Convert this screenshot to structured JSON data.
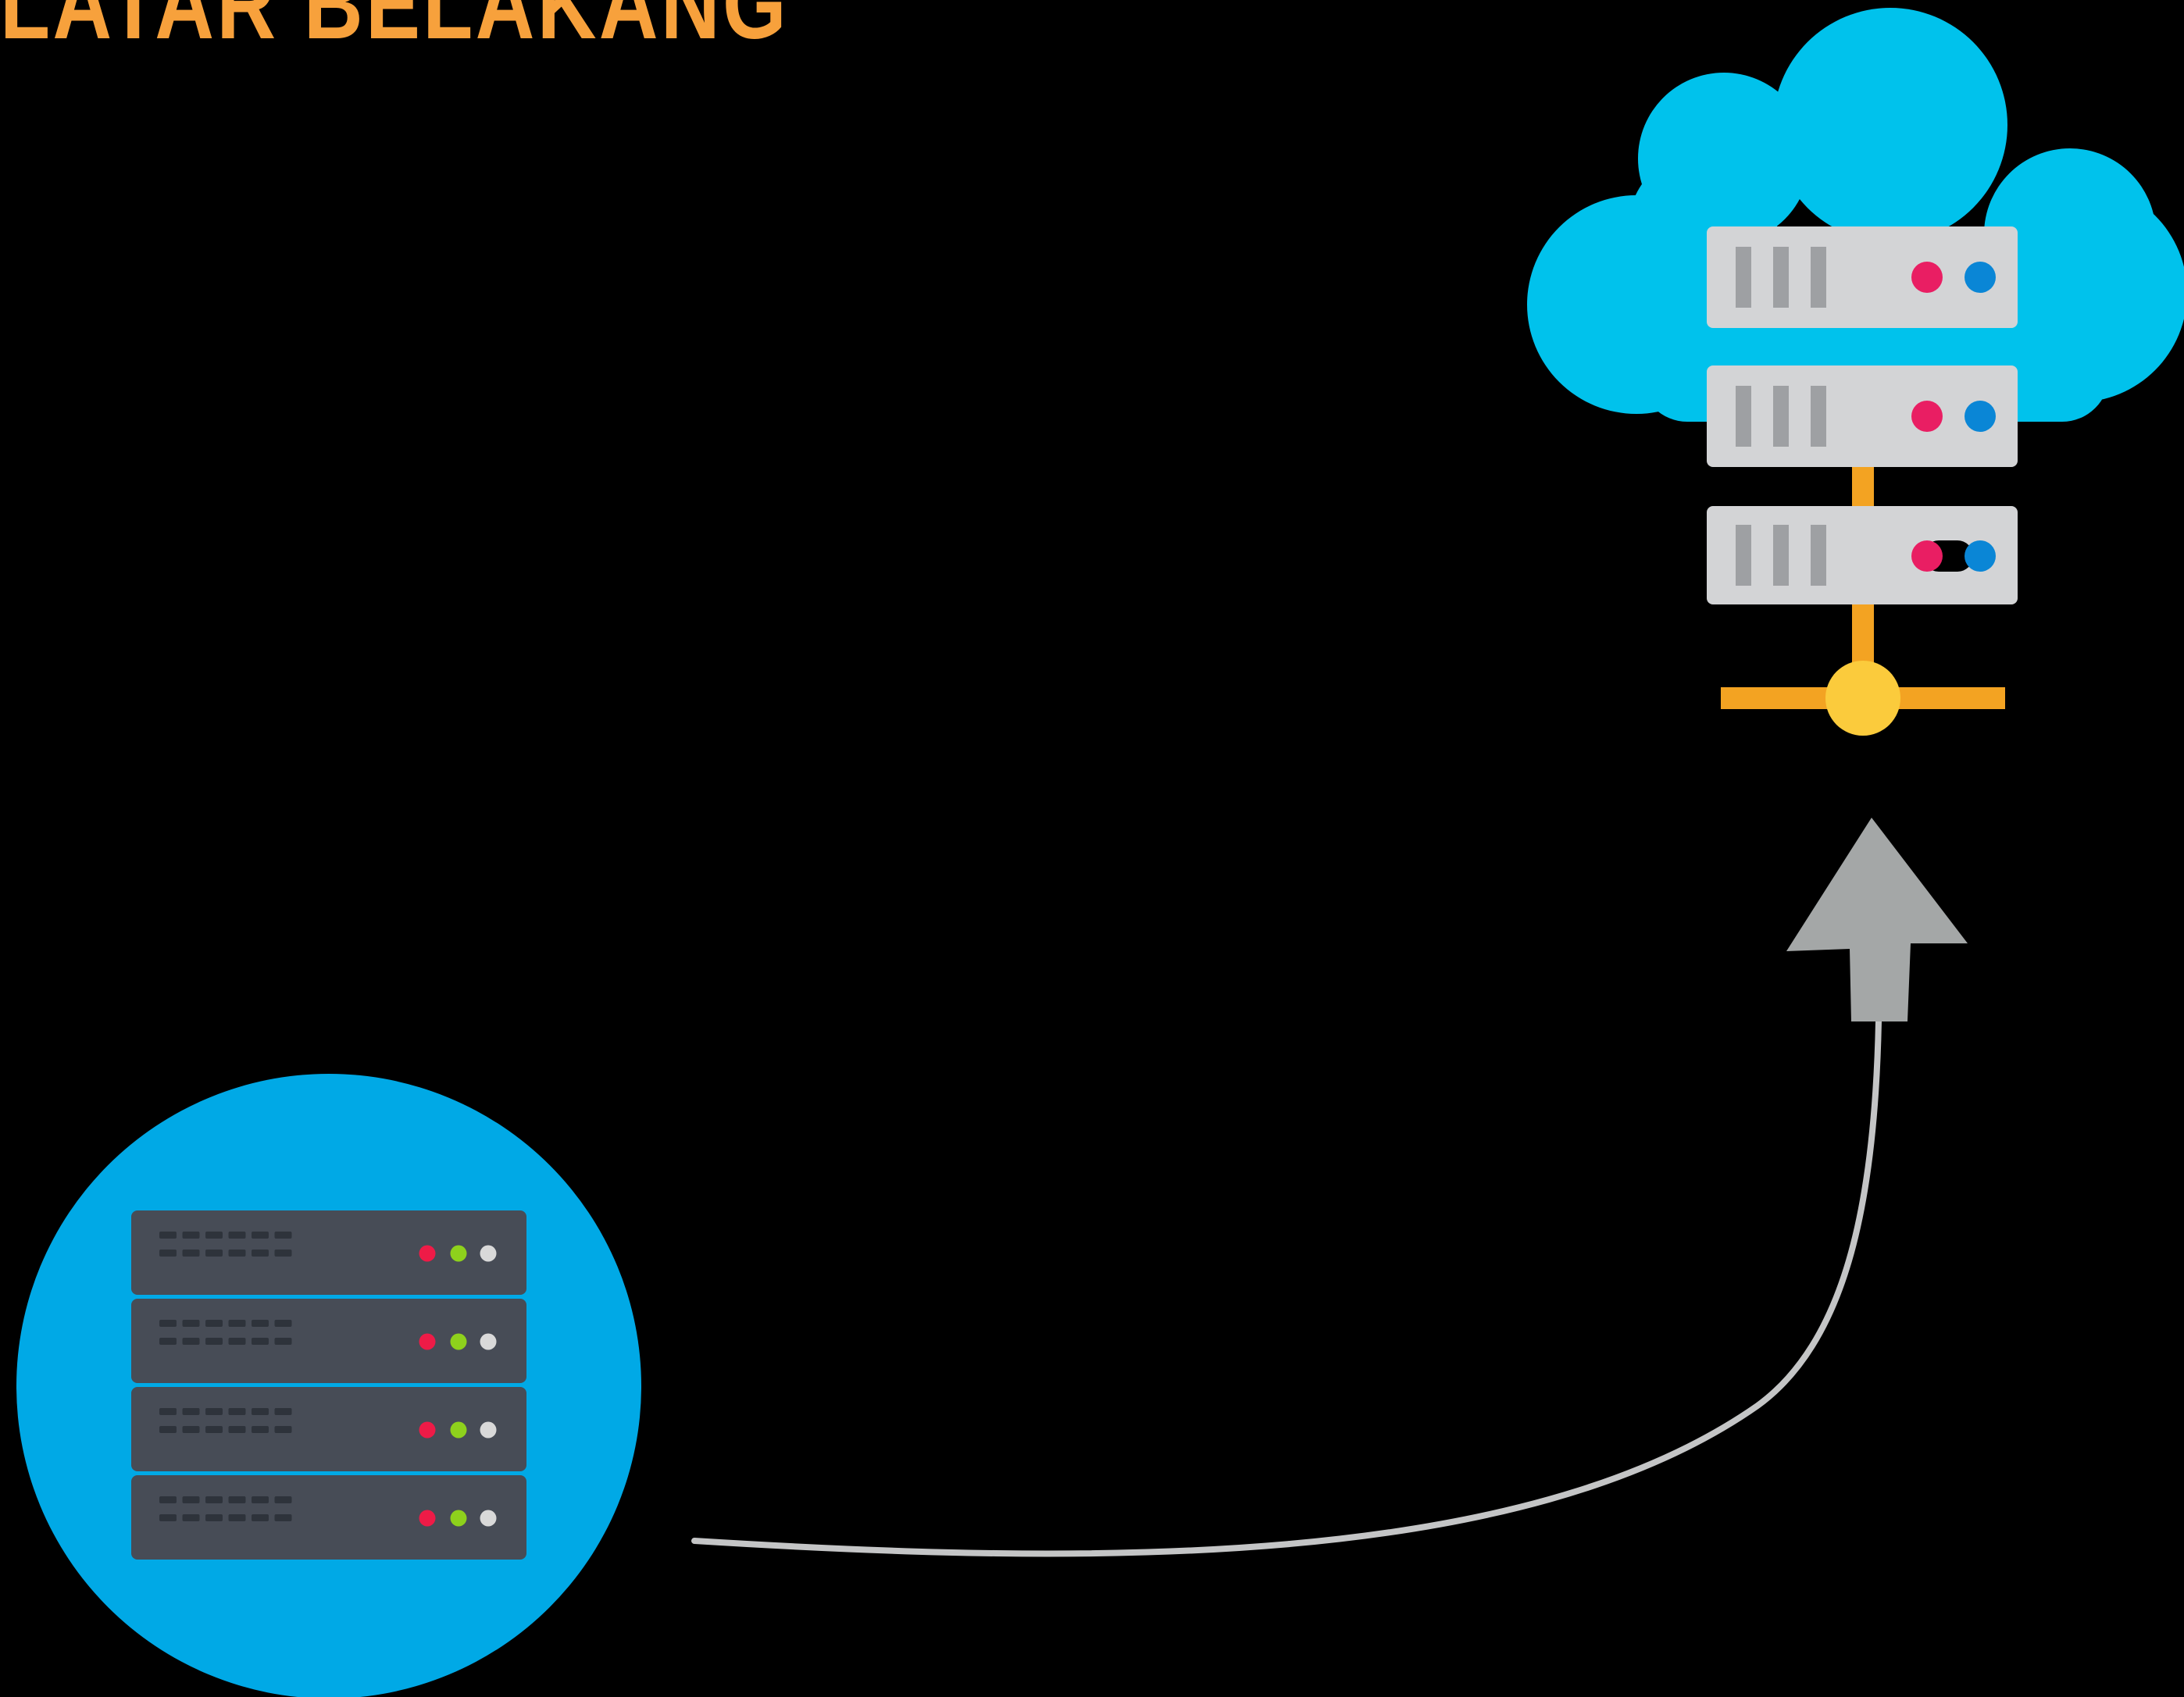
{
  "title": {
    "text": "LATAR BELAKANG"
  },
  "colors": {
    "background": "#000000",
    "title": "#F7A13C",
    "cloud": "#00C2EC",
    "circle": "#00A9E6",
    "cloud_server_body": "#D3D4D6",
    "cloud_server_slot": "#9EA0A3",
    "led_pink": "#E91E63",
    "led_blue": "#0A86D6",
    "network_line": "#F3A322",
    "network_node": "#FBCB3C",
    "rack_body": "#474C56",
    "rack_grill": "#2E333B",
    "led_red": "#EE1B47",
    "led_green": "#8ED11C",
    "led_white": "#D9D9D9",
    "connector": "#C4C5C6",
    "arrow": "#A4A7A7"
  },
  "diagram": {
    "nodes": [
      {
        "id": "on-premise-server",
        "icon": "server-rack-icon",
        "units": 4
      },
      {
        "id": "cloud-server",
        "icon": "cloud-server-icon",
        "units": 3
      }
    ],
    "edges": [
      {
        "from": "on-premise-server",
        "to": "cloud-server",
        "style": "curved-arrow"
      }
    ]
  }
}
